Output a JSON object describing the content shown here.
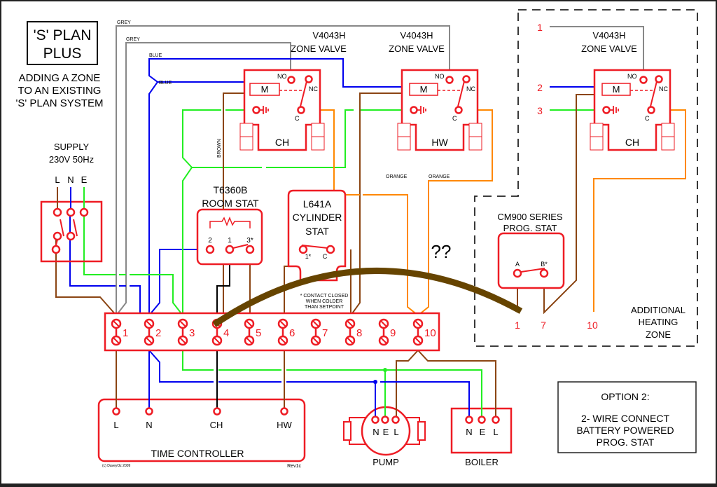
{
  "title": {
    "line1": "'S' PLAN",
    "line2": "PLUS"
  },
  "subtitle": [
    "ADDING A ZONE",
    "TO AN EXISTING",
    "'S' PLAN SYSTEM"
  ],
  "supply": {
    "label1": "SUPPLY",
    "label2": "230V 50Hz",
    "terminals": [
      "L",
      "N",
      "E"
    ]
  },
  "wire_labels": {
    "grey1": "GREY",
    "grey2": "GREY",
    "blue1": "BLUE",
    "blue2": "BLUE",
    "brown": "BROWN",
    "orange1": "ORANGE",
    "orange2": "ORANGE"
  },
  "valves": [
    {
      "model": "V4043H",
      "type": "ZONE VALVE",
      "zone": "CH",
      "no": "NO",
      "nc": "NC",
      "c": "C",
      "motor": "M"
    },
    {
      "model": "V4043H",
      "type": "ZONE VALVE",
      "zone": "HW",
      "no": "NO",
      "nc": "NC",
      "c": "C",
      "motor": "M"
    },
    {
      "model": "V4043H",
      "type": "ZONE VALVE",
      "zone": "CH",
      "no": "NO",
      "nc": "NC",
      "c": "C",
      "motor": "M"
    }
  ],
  "room_stat": {
    "model": "T6360B",
    "name": "ROOM STAT",
    "terminals": [
      "2",
      "1",
      "3*"
    ]
  },
  "cylinder_stat": {
    "model": "L641A",
    "name1": "CYLINDER",
    "name2": "STAT",
    "terminals": [
      "1*",
      "C"
    ],
    "note": [
      "* CONTACT CLOSED",
      "WHEN COLDER",
      "THAN SETPOINT"
    ]
  },
  "question": "??",
  "prog_stat": {
    "name1": "CM900 SERIES",
    "name2": "PROG. STAT",
    "terminals": [
      "A",
      "B*"
    ]
  },
  "additional_zone": {
    "inputs": [
      "1",
      "2",
      "3"
    ],
    "outputs": [
      "1",
      "7",
      "10"
    ],
    "label": [
      "ADDITIONAL",
      "HEATING",
      "ZONE"
    ]
  },
  "terminal_strip": [
    "1",
    "2",
    "3",
    "4",
    "5",
    "6",
    "7",
    "8",
    "9",
    "10"
  ],
  "time_controller": {
    "name": "TIME CONTROLLER",
    "terminals": [
      "L",
      "N",
      "CH",
      "HW"
    ],
    "copyright": "(c) DaveyOz 2009",
    "revision": "Rev1c"
  },
  "pump": {
    "name": "PUMP",
    "terminals": [
      "N",
      "E",
      "L"
    ]
  },
  "boiler": {
    "name": "BOILER",
    "terminals": [
      "N",
      "E",
      "L"
    ]
  },
  "option": {
    "line1": "OPTION 2:",
    "line2": "2- WIRE CONNECT",
    "line3": "BATTERY POWERED",
    "line4": "PROG. STAT"
  },
  "colors": {
    "component": "#ee1c24",
    "live_brown": "#8b4513",
    "neutral_blue": "#0000ee",
    "earth_green": "#22ee22",
    "grey": "#888888",
    "orange": "#ff8800",
    "black": "#000000",
    "new_cable": "#664400"
  }
}
